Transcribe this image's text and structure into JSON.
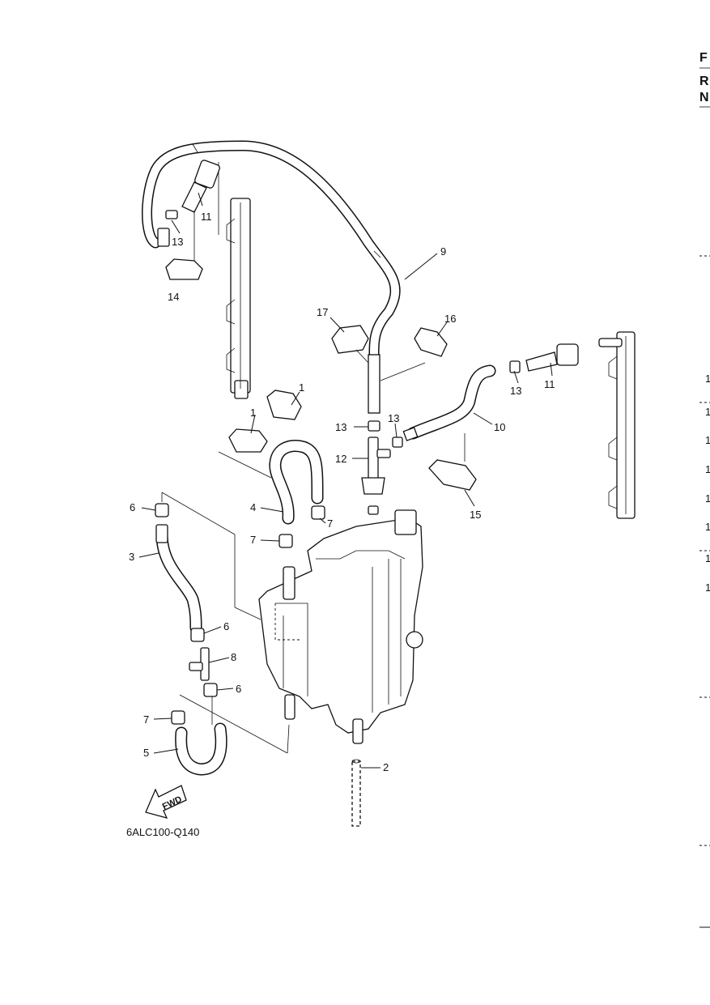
{
  "diagram_code": "6ALC100-Q140",
  "fwd_label": "FWD",
  "edge_header": [
    "F",
    "R",
    "N"
  ],
  "edge_numbers": [
    "1",
    "1",
    "1",
    "1",
    "1",
    "1",
    "1",
    "1"
  ],
  "callouts": [
    {
      "id": "c11a",
      "text": "11"
    },
    {
      "id": "c13a",
      "text": "13"
    },
    {
      "id": "c14",
      "text": "14"
    },
    {
      "id": "c9",
      "text": "9"
    },
    {
      "id": "c17",
      "text": "17"
    },
    {
      "id": "c16",
      "text": "16"
    },
    {
      "id": "c13b",
      "text": "13"
    },
    {
      "id": "c11b",
      "text": "11"
    },
    {
      "id": "c10",
      "text": "10"
    },
    {
      "id": "c1a",
      "text": "1"
    },
    {
      "id": "c1b",
      "text": "1"
    },
    {
      "id": "c13c",
      "text": "13"
    },
    {
      "id": "c13d",
      "text": "13"
    },
    {
      "id": "c12",
      "text": "12"
    },
    {
      "id": "c15",
      "text": "15"
    },
    {
      "id": "c6a",
      "text": "6"
    },
    {
      "id": "c4",
      "text": "4"
    },
    {
      "id": "c7a",
      "text": "7"
    },
    {
      "id": "c7b",
      "text": "7"
    },
    {
      "id": "c3",
      "text": "3"
    },
    {
      "id": "c6b",
      "text": "6"
    },
    {
      "id": "c8",
      "text": "8"
    },
    {
      "id": "c6c",
      "text": "6"
    },
    {
      "id": "c7c",
      "text": "7"
    },
    {
      "id": "c5",
      "text": "5"
    },
    {
      "id": "c2",
      "text": "2"
    }
  ]
}
